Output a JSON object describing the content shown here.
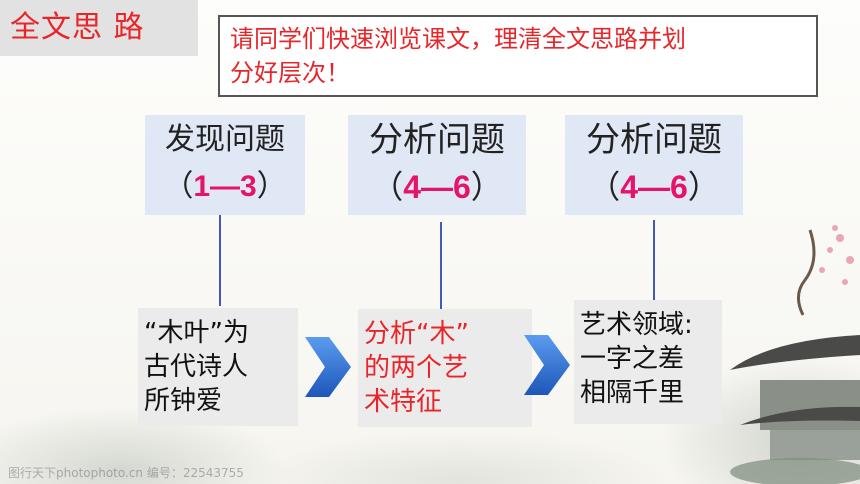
{
  "title": "全文思 路",
  "instruction": {
    "line1": "请同学们快速浏览课文，理清全文思路并划",
    "line2": "分好层次！"
  },
  "stages": [
    {
      "title": "发现问题",
      "open": "（",
      "range": "1—3",
      "close": "）"
    },
    {
      "title": "分析问题",
      "open": "（",
      "range": "4—6",
      "close": "）"
    },
    {
      "title": "分析问题",
      "open": "（",
      "range": "4—6",
      "close": "）"
    }
  ],
  "details": [
    {
      "lines": [
        "“木叶”为",
        "古代诗人",
        "所钟爱"
      ]
    },
    {
      "lines": [
        "分析“木”",
        "的两个艺",
        "术特征"
      ]
    },
    {
      "lines": [
        "艺术领域:",
        "一字之差",
        "相隔千里"
      ]
    }
  ],
  "watermark": "图行天下photophoto.cn  编号：22543755",
  "colors": {
    "accent_red": "#e8262a",
    "range_pink": "#e6136a",
    "box_blue": "#dfe8f4",
    "connector": "#4459b8",
    "chevron": "#2f6fd0"
  }
}
